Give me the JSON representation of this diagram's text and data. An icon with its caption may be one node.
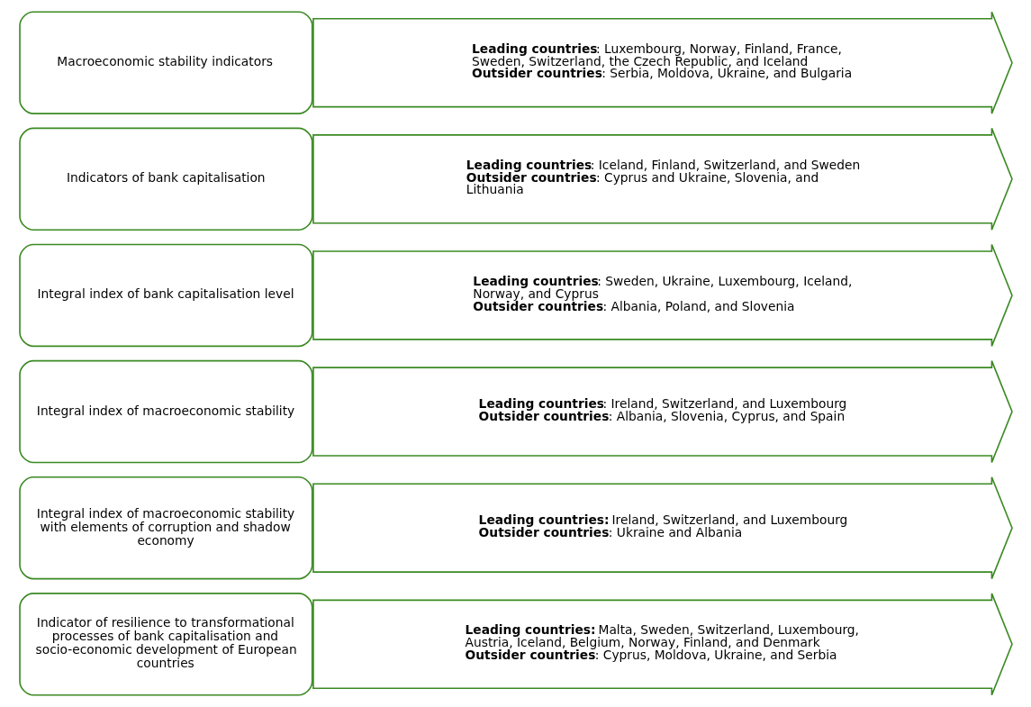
{
  "diagram": {
    "nodes": [
      {
        "text": [
          "Macroeconomic stability indicators"
        ]
      },
      {
        "text": [
          "**Leading countries**: Luxembourg, Norway, Finland, France, Sweden, Switzerland, the Czech Republic, and Iceland",
          "**Outsider countries**: Serbia, Moldova, Ukraine, and Bulgaria"
        ]
      },
      {
        "text": [
          "Indicators of bank capitalisation"
        ]
      },
      {
        "text": [
          "**Leading countries**: Iceland, Finland, Switzerland, and Sweden",
          "**Outsider countries**: Cyprus and Ukraine, Slovenia, and Lithuania"
        ]
      },
      {
        "text": [
          "Integral index of bank capitalisation level"
        ]
      },
      {
        "text": [
          "**Leading countries**: Sweden, Ukraine, Luxembourg, Iceland, Norway, and Cyprus",
          "**Outsider countries**: Albania, Poland, and Slovenia"
        ]
      },
      {
        "text": [
          "Integral index of macroeconomic stability"
        ]
      },
      {
        "text": [
          "**Leading countries**: Ireland, Switzerland, and Luxembourg",
          "**Outsider countries**: Albania, Slovenia, Cyprus, and Spain"
        ]
      },
      {
        "text": [
          "Integral index of macroeconomic stability with elements of corruption and shadow economy"
        ]
      },
      {
        "text": [
          "**Leading countries:** Ireland, Switzerland, and Luxembourg",
          "**Outsider countries**: Ukraine and Albania"
        ]
      },
      {
        "text": [
          "Indicator of resilience to transformational processes of bank capitalisation and socio-economic development of European countries"
        ]
      },
      {
        "text": [
          "**Leading countries:** Malta, Sweden, Switzerland, Luxembourg, Austria, Iceland, Belgium, Norway, Finland, and Denmark",
          "**Outsider countries**: Cyprus, Moldova, Ukraine, and Serbia"
        ]
      }
    ]
  }
}
